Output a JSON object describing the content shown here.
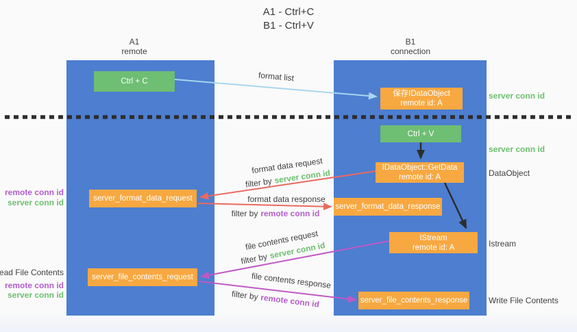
{
  "header": {
    "title_line1": "A1 - Ctrl+C",
    "title_line2": "B1 - Ctrl+V"
  },
  "columns": {
    "left_id": "A1",
    "left_subtitle": "remote",
    "right_id": "B1",
    "right_subtitle": "connection"
  },
  "nodes": {
    "ctrl_c": "Ctrl + C",
    "save_dataobject_line1": "保存IDataObject",
    "save_dataobject_line2": "remote id: A",
    "ctrl_v": "Ctrl + V",
    "getdata_line1": "IDataObject::GetData",
    "getdata_line2": "remote id: A",
    "format_request": "server_format_data_request",
    "format_response": "server_format_data_response",
    "istream_line1": "IStream",
    "istream_line2": "remote id: A",
    "file_request": "server_file_contents_request",
    "file_response": "server_file_contents_response"
  },
  "flows": {
    "format_list": "format list",
    "format_data_request": "format data request",
    "format_data_response": "format data response",
    "file_contents_request": "file contents request",
    "file_contents_response": "file contents response",
    "filter_by": "filter by",
    "server_conn_id": "server conn id",
    "remote_conn_id": "remote conn id"
  },
  "side_labels": {
    "left_remote_conn_1": "remote conn id",
    "left_server_conn_1": "server conn id",
    "read_file_contents": "Read File Contents",
    "left_remote_conn_2": "remote conn id",
    "left_server_conn_2": "server conn id",
    "right_server_conn_1": "server conn id",
    "right_server_conn_2": "server conn id",
    "dataobject": "DataObject",
    "istream": "Istream",
    "write_file_contents": "Write File Contents"
  },
  "colors": {
    "column_blue": "#4d7ed0",
    "box_green": "#6ebe73",
    "box_orange": "#f7a841",
    "green_text": "#6cbf6e",
    "purple_text": "#b35ccc",
    "arrow_light_blue": "#a9d5f0",
    "arrow_red": "#ea6a5f",
    "arrow_magenta": "#c158c5",
    "arrow_black": "#2d2d2d",
    "separator_black": "#2d2d2d"
  }
}
